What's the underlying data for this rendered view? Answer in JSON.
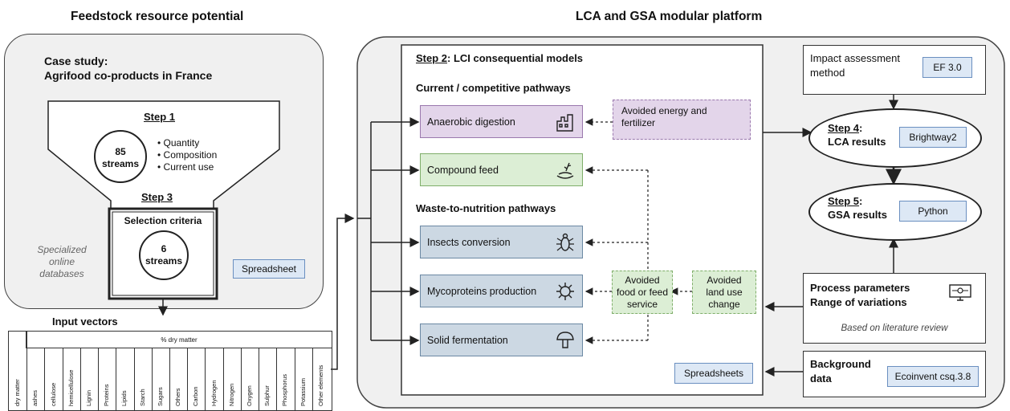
{
  "left_title": "Feedstock resource potential",
  "right_title": "LCA and GSA modular platform",
  "case_study": {
    "line1": "Case study:",
    "line2": "Agrifood co-products in France"
  },
  "step1": {
    "label": "Step 1",
    "circle_num": "85",
    "circle_word": "streams",
    "bullets": [
      "Quantity",
      "Composition",
      "Current use"
    ]
  },
  "step3": {
    "label": "Step 3",
    "criteria": "Selection criteria",
    "circle_num": "6",
    "circle_word": "streams"
  },
  "databases": {
    "line1": "Specialized",
    "line2": "online",
    "line3": "databases"
  },
  "spreadsheet_left": "Spreadsheet",
  "input_vectors": {
    "title": "Input vectors",
    "header": "% dry matter",
    "columns": [
      "dry matter",
      "ashes",
      "cellulose",
      "hemicellulose",
      "Lignin",
      "Proteins",
      "Lipids",
      "Starch",
      "Sugars",
      "Others",
      "Carbon",
      "Hydrogen",
      "Nitrogen",
      "Oxygen",
      "Sulphur",
      "Phosphorus",
      "Potassium",
      "Other elements"
    ]
  },
  "step2": {
    "label": "Step 2",
    "title_rest": ": LCI consequential models"
  },
  "current_heading": "Current / competitive pathways",
  "waste_heading": "Waste-to-nutrition pathways",
  "pathways": {
    "anaerobic": "Anaerobic digestion",
    "compound": "Compound feed",
    "insects": "Insects conversion",
    "myco": "Mycoproteins production",
    "solid": "Solid fermentation"
  },
  "avoided_energy": {
    "line1": "Avoided energy and",
    "line2": "fertilizer"
  },
  "avoided_food": {
    "line1": "Avoided",
    "line2": "food or feed",
    "line3": "service"
  },
  "avoided_land": {
    "line1": "Avoided",
    "line2": "land use",
    "line3": "change"
  },
  "spreadsheets_right": "Spreadsheets",
  "impact": {
    "line1": "Impact assessment",
    "line2": "method",
    "tag": "EF 3.0"
  },
  "step4": {
    "label": "Step 4",
    "rest": "LCA results",
    "tag": "Brightway2"
  },
  "step5": {
    "label": "Step 5",
    "rest": "GSA results",
    "tag": "Python"
  },
  "process": {
    "line1": "Process parameters",
    "line2": "Range of variations",
    "note": "Based on literature review"
  },
  "background": {
    "line1": "Background",
    "line2": "data",
    "tag": "Ecoinvent csq.3.8"
  },
  "colors": {
    "purple": "#e3d5ea",
    "green": "#dceed5",
    "blue": "#ccd8e3",
    "tag": "#dde8f5",
    "panel": "#f0f0f0"
  }
}
